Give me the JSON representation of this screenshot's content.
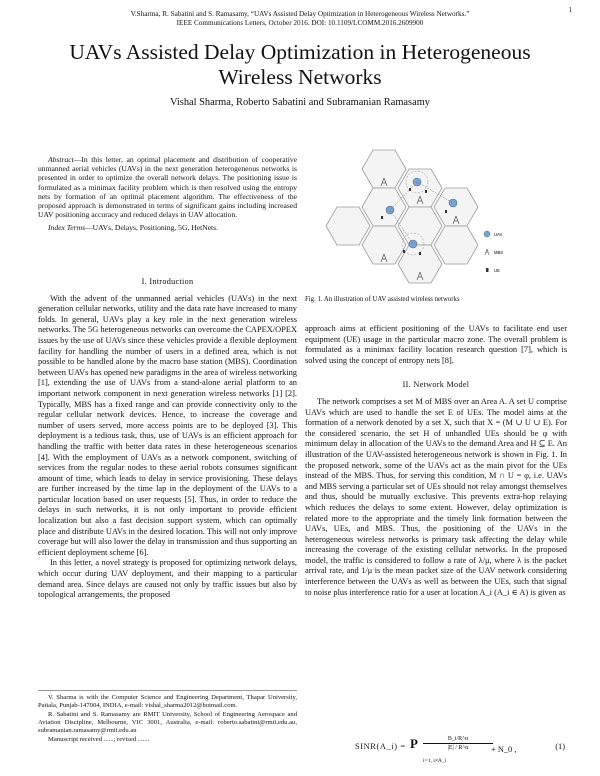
{
  "page_number": "1",
  "header": {
    "line1": "V.Sharma, R. Sabatini and S. Ramasamy, “UAVs Assisted Delay Optimization in Heterogeneous Wireless Networks.”",
    "line2": "IEEE Communications Letters, October 2016. DOI: 10.1109/LCOMM.2016.2609900"
  },
  "title": "UAVs Assisted Delay Optimization in Heterogeneous Wireless Networks",
  "authors": "Vishal Sharma, Roberto Sabatini and Subramanian Ramasamy",
  "abstract": {
    "label": "Abstract",
    "text": "—In this letter, an optimal placement and distribution of cooperative unmanned aerial vehicles (UAVs) in the next generation heterogeneous networks is presented in order to optimize the overall network delays. The positioning issue is formulated as a minimax facility problem which is then resolved using the entropy nets by formation of an optimal placement algorithm. The effectiveness of the proposed approach is demonstrated in terms of significant gains including increased UAV positioning accuracy and reduced delays in UAV allocation.",
    "index_label": "Index Terms",
    "index_text": "—UAVs, Delays, Positioning, 5G, HetNets."
  },
  "section1": {
    "heading": "I. Introduction",
    "p1": "With the advent of the unmanned aerial vehicles (UAVs) in the next generation cellular networks, utility and the data rate have increased to many folds. In general, UAVs play a key role in the next generation wireless networks. The 5G heterogeneous networks can overcome the CAPEX/OPEX issues by the use of UAVs since these vehicles provide a flexible deployment facility for handling the number of users in a defined area, which is not possible to be handled alone by the macro base station (MBS). Coordination between UAVs has opened new paradigms in the area of wireless networking [1], extending the use of UAVs from a stand-alone aerial platform to an important network component in next generation wireless networks [1] [2]. Typically, MBS has a fixed range and can provide connectivity only to the regular cellular network devices. Hence, to increase the coverage and number of users served, more access points are to be deployed [3]. This deployment is a tedious task, thus, use of UAVs is an efficient approach for handling the traffic with better data rates in these heterogeneous scenarios [4]. With the employment of UAVs as a network component, switching of services from the regular nodes to these aerial robots consumes significant amount of time, which leads to delay in service provisioning. These delays are further increased by the time lap in the deployment of the UAVs to a particular location based on user requests [5]. Thus, in order to reduce the delays in such networks, it is not only important to provide efficient localization but also a fast decision support system, which can optimally place and distribute UAVs in the desired location. This will not only improve coverage but will also lower the delay in transmission and thus supporting an efficient deployment scheme [6].",
    "p2": "In this letter, a novel strategy is proposed for optimizing network delays, which occur during UAV deployment, and their mapping to a particular demand area. Since delays are caused not only by traffic issues but also by topological arrangements, the proposed"
  },
  "footnotes": {
    "f1": "V. Sharma is with the Computer Science and Engineering Department, Thapar University, Patiala, Punjab-147004, INDIA, e-mail: vishal_sharma2012@hotmail.com.",
    "f2": "R. Sabatini and S. Ramasamy are RMIT University, School of Engineering Aerospace and Aviation Discipline, Melbourne, VIC 3001, Australia, e-mail: roberto.sabatini@rmit.edu.au, subramanian.ramasamy@rmit.edu.au",
    "f3": "Manuscript received ......; revised ......."
  },
  "figure": {
    "caption": "Fig. 1.  An illustration of UAV assisted wireless networks",
    "legend": [
      "UAV",
      "MBS",
      "UE"
    ]
  },
  "section1_cont": {
    "p": "approach aims at efficient positioning of the UAVs to facilitate end user equipment (UE) usage in the particular macro zone. The overall problem is formulated as a minimax facility location research question [7], which is solved using the concept of entropy nets [8]."
  },
  "section2": {
    "heading": "II. Network Model",
    "p1": "The network comprises a set M of MBS over an Area A. A set U comprise UAVs which are used to handle the set E of UEs. The model aims at the formation of a network denoted by a set X, such that X = (M ∪ U ∪ E). For the considered scenario, the set H of unhandled UEs should be φ with minimum delay in allocation of the UAVs to the demand Area and H ⊆ E. An illustration of the UAV-assisted heterogeneous network is shown in Fig. 1. In the proposed network, some of the UAVs act as the main pivot for the UEs instead of the MBS. Thus, for serving this condition, M ∩ U = φ, i.e. UAVs and MBS serving a particular set of UEs should not relay amongst themselves and thus, should be mutually exclusive. This prevents extra-hop relaying which reduces the delays to some extent. However, delay optimization is related more to the appropriate and the timely link formation between the UAVs, UEs, and MBS. Thus, the positioning of the UAVs in the heterogeneous wireless networks is primary task affecting the delay while increasing the coverage of the existing cellular networks. In the proposed model, the traffic is considered to follow a rate of λ/μ, where λ is the packet arrival rate, and 1/μ is the mean packet size of the UAV network considering interference between the UAVs as well as between the UEs, such that signal to noise plus interference ratio for a user at location A_i (A_i ∈ A) is given as"
  },
  "equation": {
    "lhs": "SINR(A_i) =",
    "P": "P",
    "numerator": "B_i/R^α",
    "denominator": "|E| / R^α",
    "sum_range": "i=1, i≠A_i",
    "rest": "+ N_0 ,",
    "number": "(1)"
  }
}
